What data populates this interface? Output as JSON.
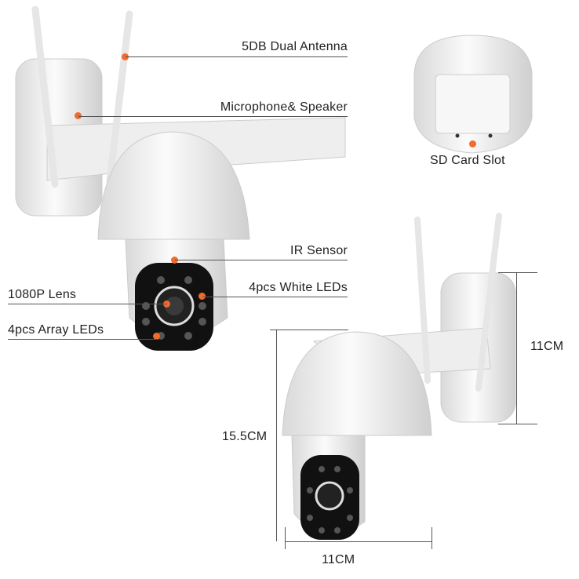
{
  "labels": {
    "antenna": "5DB Dual Antenna",
    "microphone": "Microphone& Speaker",
    "sd_card": "SD Card Slot",
    "ir_sensor": "IR Sensor",
    "white_leds": "4pcs White LEDs",
    "lens": "1080P Lens",
    "array_leds": "4pcs Array LEDs"
  },
  "dimensions": {
    "mount_height": "11CM",
    "total_height": "15.5CM",
    "width": "11CM"
  },
  "colors": {
    "marker": "#f26b2a",
    "line": "#555555",
    "body": "#f4f4f4",
    "lens_panel": "#111111"
  }
}
